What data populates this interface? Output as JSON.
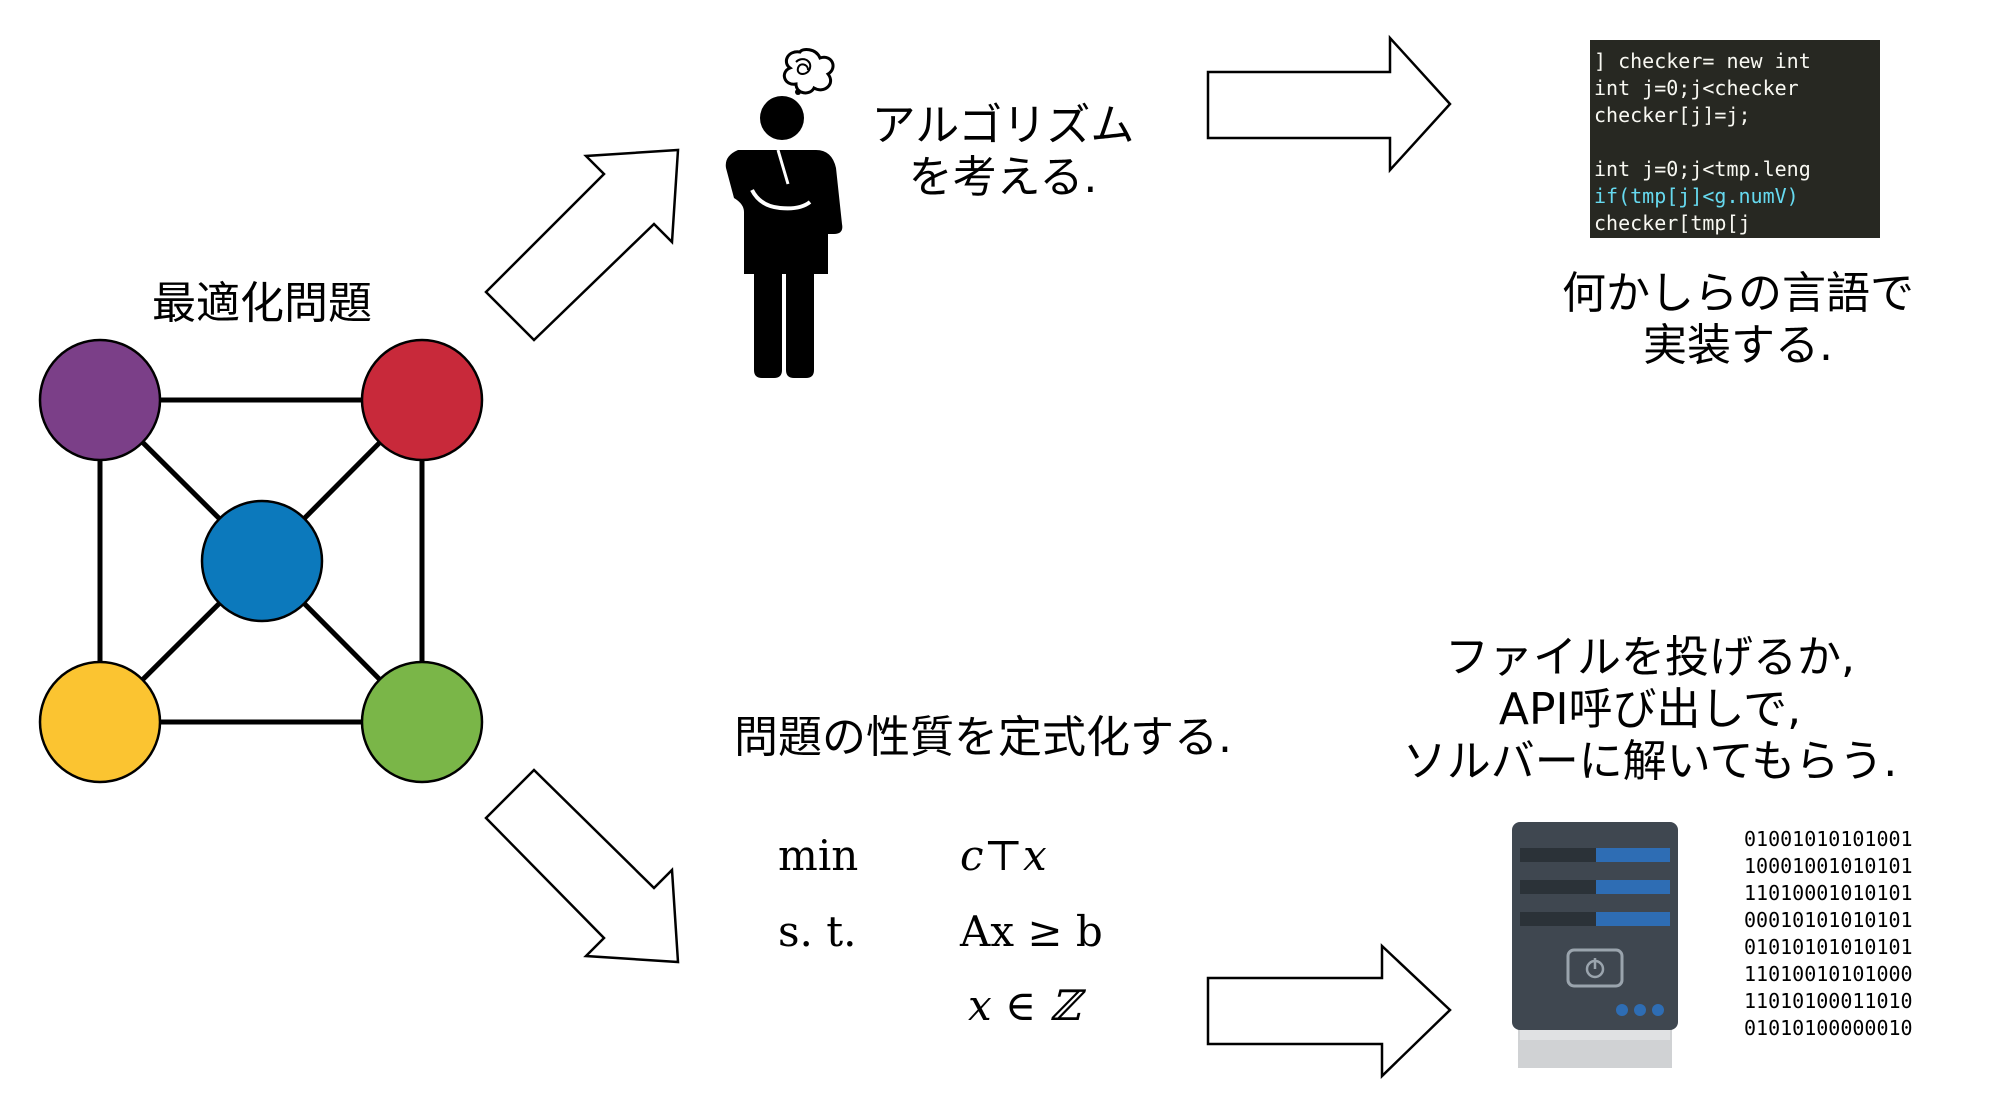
{
  "problem_label": "最適化問題",
  "graph": {
    "nodes": [
      {
        "id": "tl",
        "color": "#7B3F88"
      },
      {
        "id": "tr",
        "color": "#C8293A"
      },
      {
        "id": "c",
        "color": "#0C79BC"
      },
      {
        "id": "bl",
        "color": "#FBC431"
      },
      {
        "id": "br",
        "color": "#7AB648"
      }
    ]
  },
  "upper_path": {
    "think_text": [
      "アルゴリズム",
      "を考える."
    ],
    "implement_text": [
      "何かしらの言語で",
      "実装する."
    ],
    "code_lines": [
      "] checker= new int",
      "int j=0;j<checker",
      "checker[j]=j;",
      "",
      "int j=0;j<tmp.leng",
      "if(tmp[j]<g.numV)",
      "    checker[tmp[j"
    ]
  },
  "lower_path": {
    "formulate_text": "問題の性質を定式化する.",
    "formula": {
      "row1_label": "min",
      "row1_expr": "c⊤x",
      "row2_label": "s. t.",
      "row2_expr": "Ax ≥ b",
      "row3_expr": "x ∈ ℤ"
    },
    "solver_text": [
      "ファイルを投げるか,",
      "API呼び出しで,",
      "ソルバーに解いてもらう."
    ],
    "binary_lines": [
      "01001010101001",
      "10001001010101",
      "11010001010101",
      "00010101010101",
      "01010101010101",
      "11010010101000",
      "11010100011010",
      "01010100000010"
    ]
  },
  "colors": {
    "code_bg": "#272822",
    "server_body": "#3F4750",
    "server_accent": "#2E6DB4",
    "server_base": "#D0D2D4"
  }
}
